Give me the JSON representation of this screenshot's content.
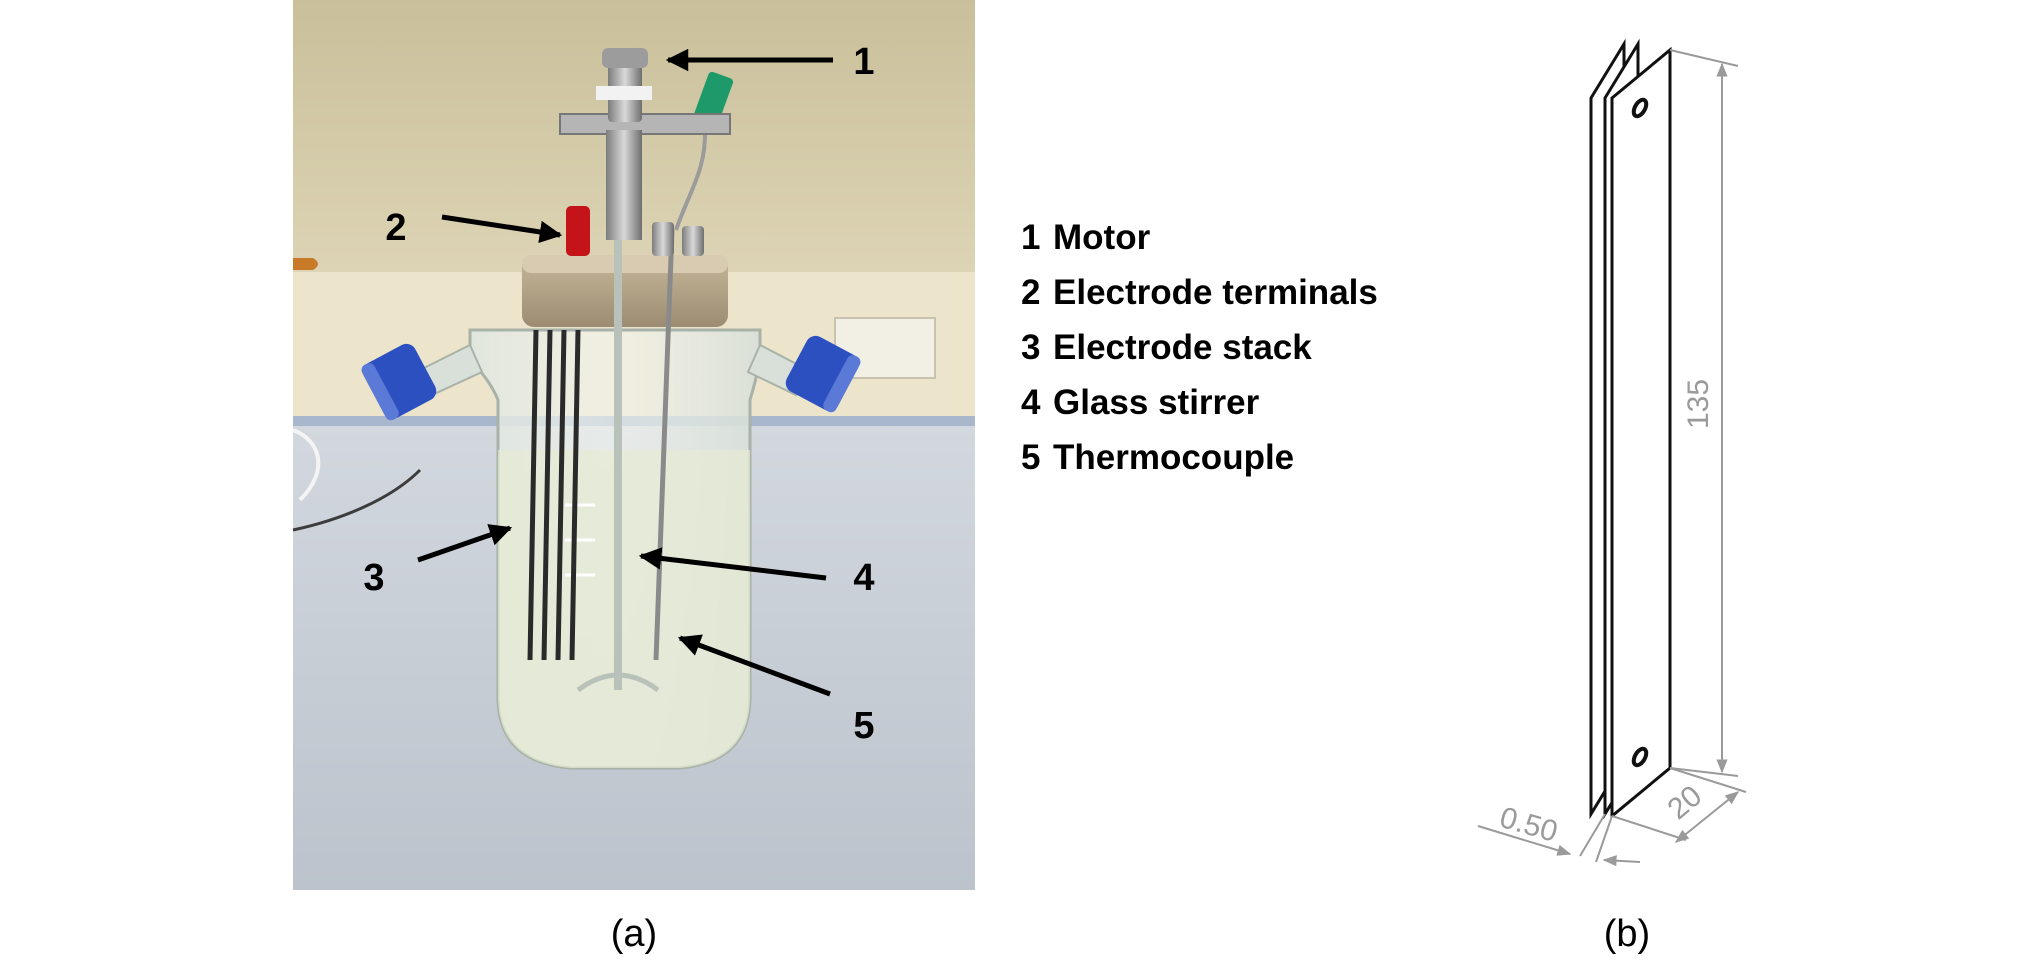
{
  "panel_a": {
    "caption": "(a)",
    "callouts": [
      "1",
      "2",
      "3",
      "4",
      "5"
    ]
  },
  "legend": [
    {
      "number": "1",
      "label": "Motor"
    },
    {
      "number": "2",
      "label": "Electrode terminals"
    },
    {
      "number": "3",
      "label": "Electrode stack"
    },
    {
      "number": "4",
      "label": "Glass stirrer"
    },
    {
      "number": "5",
      "label": "Thermocouple"
    }
  ],
  "panel_b": {
    "caption": "(b)",
    "dimensions": {
      "height": "135",
      "width": "20",
      "thickness": "0.50"
    }
  },
  "colors": {
    "wall": "#e4dcc0",
    "bench": "#c9cfd8",
    "cap_blue": "#2d50c0",
    "terminal_red": "#c4141a",
    "connector_green": "#1e9a6a",
    "dimension_grey": "#9a9a9a"
  }
}
